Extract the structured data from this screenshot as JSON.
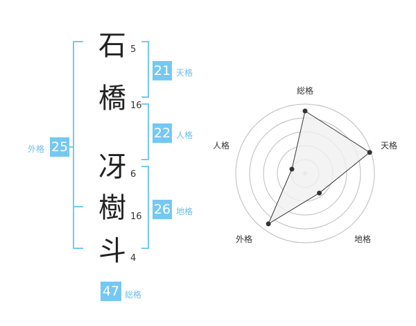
{
  "characters": [
    {
      "char": "石",
      "strokes": "5"
    },
    {
      "char": "橋",
      "strokes": "16"
    },
    {
      "char": "冴",
      "strokes": "6"
    },
    {
      "char": "樹",
      "strokes": "16"
    },
    {
      "char": "斗",
      "strokes": "4"
    }
  ],
  "grades": {
    "ten": {
      "value": "21",
      "label": "天格"
    },
    "jin": {
      "value": "22",
      "label": "人格"
    },
    "chi": {
      "value": "26",
      "label": "地格"
    },
    "gai": {
      "value": "25",
      "label": "外格"
    },
    "sou": {
      "value": "47",
      "label": "総格"
    }
  },
  "radar": {
    "labels": {
      "sou": "総格",
      "ten": "天格",
      "chi": "地格",
      "gai": "外格",
      "jin": "人格"
    },
    "levels": {
      "sou": 0.9,
      "ten": 0.98,
      "chi": 0.35,
      "gai": 0.9,
      "jin": 0.2
    },
    "fill_color": "#f0f0f0",
    "ring_color": "#bbbbbb",
    "bracket_color": "#75c8f2"
  }
}
